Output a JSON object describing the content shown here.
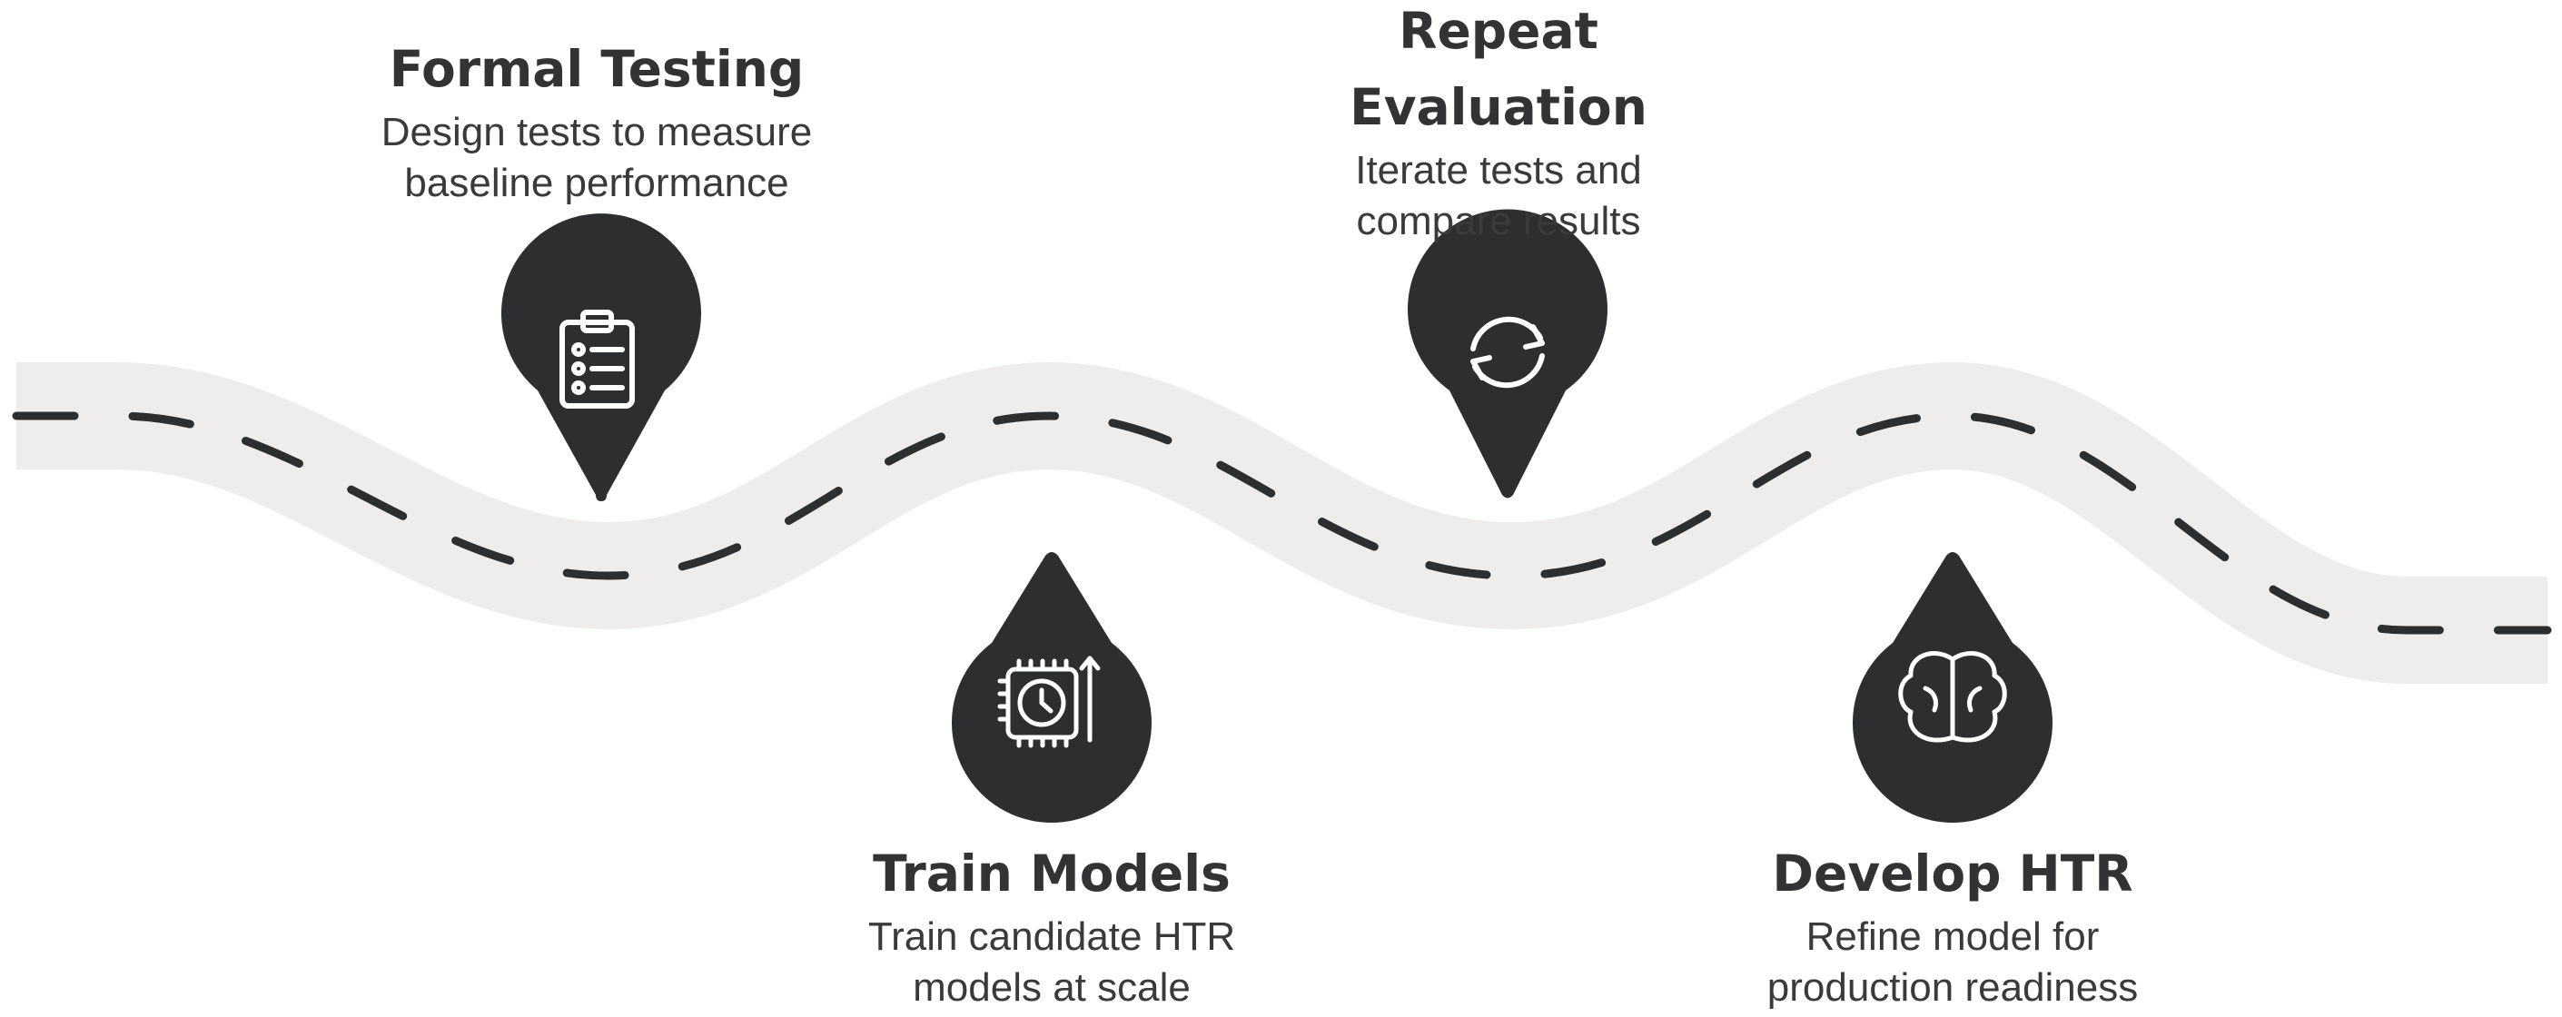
{
  "steps": [
    {
      "title": "Formal Testing",
      "description": "Design tests to measure baseline performance",
      "desc_lines": [
        "Design tests to measure",
        "baseline performance"
      ],
      "icon": "clipboard-checklist-icon",
      "pin": "down"
    },
    {
      "title": "Train Models",
      "description": "Train candidate HTR models at scale",
      "desc_lines": [
        "Train candidate HTR",
        "models at scale"
      ],
      "icon": "chip-clock-icon",
      "pin": "up"
    },
    {
      "title_lines": [
        "Repeat",
        "Evaluation"
      ],
      "description": "Iterate tests and compare results",
      "desc_lines": [
        "Iterate tests and",
        "compare results"
      ],
      "icon": "refresh-arrows-icon",
      "pin": "down"
    },
    {
      "title": "Develop HTR",
      "description": "Refine model for production readiness",
      "desc_lines": [
        "Refine model for",
        "production readiness"
      ],
      "icon": "brain-icon",
      "pin": "up"
    }
  ],
  "colors": {
    "road": "#efedec",
    "dash": "#2d2e30",
    "marker": "#2d2e30",
    "icon": "#ffffff",
    "text": "#333335"
  }
}
